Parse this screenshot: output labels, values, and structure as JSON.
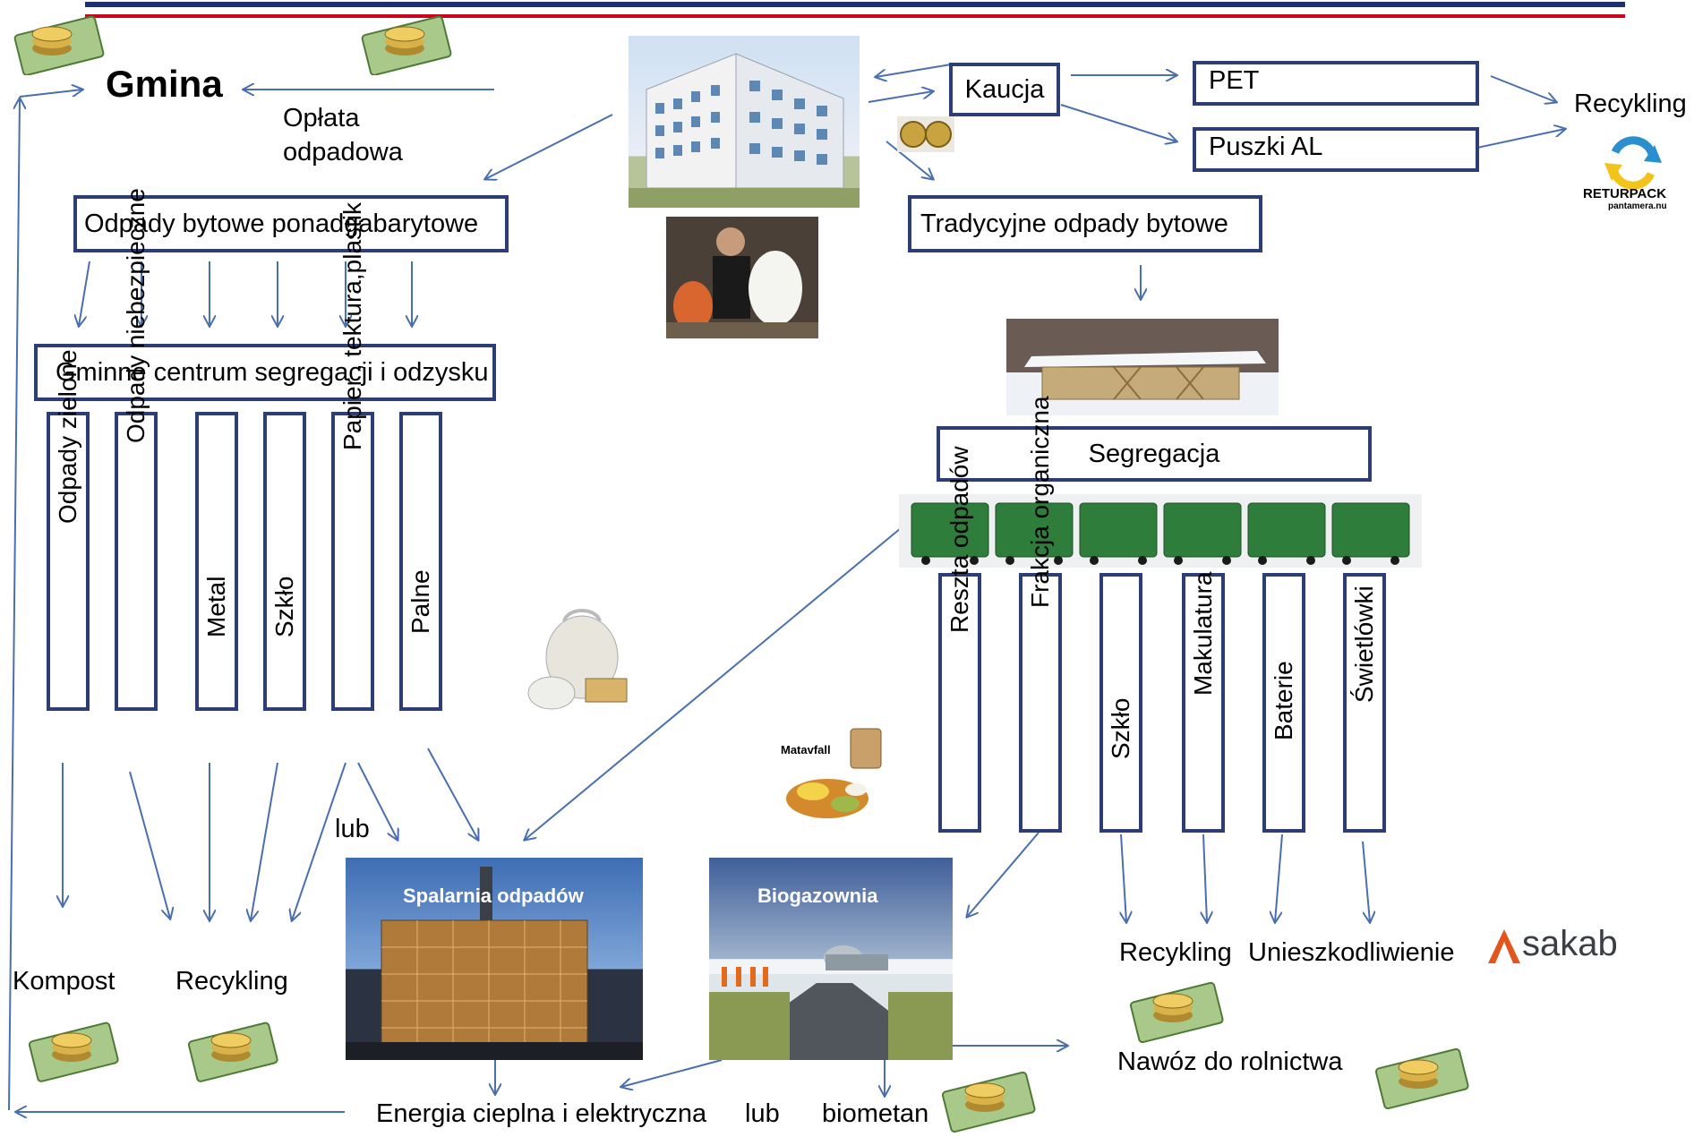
{
  "gmina": "Gmina",
  "oplata": [
    "Opłata",
    "odpadowa"
  ],
  "kaucja": "Kaucja",
  "pet": "PET",
  "puszki": "Puszki AL",
  "recykling_top": "Recykling",
  "returpack": [
    "RETURPACK",
    "pantamera.nu"
  ],
  "bulky": "Odpady  bytowe  ponadgabarytowe",
  "traditional": "Tradycyjne odpady bytowe",
  "center": "Gminne centrum segregacji i odzysku",
  "segregacja": "Segregacja",
  "left_fractions": [
    "Odpady zielone",
    "Odpady niebezpieczne",
    "Metal",
    "Szkło",
    "Papier , tektura,plastik",
    "Palne"
  ],
  "right_fractions": [
    "Reszta  odpadów",
    "Frakcja  organiczna",
    "Szkło",
    "Makulatura",
    "Baterie",
    "Świetlówki"
  ],
  "lub_mid": "lub",
  "matavfall": "Matavfall",
  "spalarnia": "Spalarnia odpadów",
  "biogazownia": "Biogazownia",
  "kompost": "Kompost",
  "recykling_left": "Recykling",
  "recykling_right": "Recykling",
  "unieszkodliwienie": "Unieszkodliwienie",
  "sakab": "sakab",
  "nawoz": "Nawóz do rolnictwa",
  "energia": "Energia cieplna i elektryczna",
  "lub_bottom": "lub",
  "biometan": "biometan",
  "colors": {
    "box_border": "#2c3e75",
    "arrow": "#4a6fae",
    "header_blue": "#1f2f6e",
    "header_red": "#d0021b",
    "bin_green": "#2e7d3a"
  }
}
